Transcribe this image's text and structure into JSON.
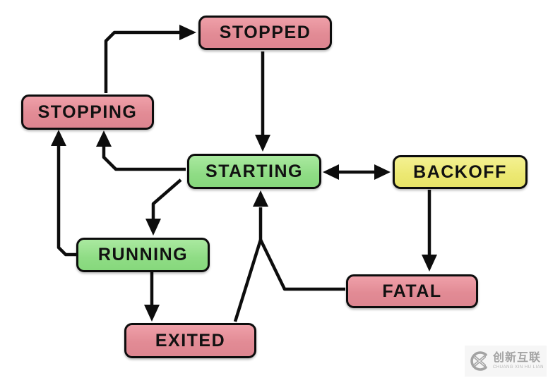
{
  "diagram": {
    "nodes": [
      {
        "id": "stopped",
        "label": "STOPPED",
        "color": "pink"
      },
      {
        "id": "stopping",
        "label": "STOPPING",
        "color": "pink"
      },
      {
        "id": "starting",
        "label": "STARTING",
        "color": "green"
      },
      {
        "id": "backoff",
        "label": "BACKOFF",
        "color": "yellow"
      },
      {
        "id": "running",
        "label": "RUNNING",
        "color": "green"
      },
      {
        "id": "fatal",
        "label": "FATAL",
        "color": "pink"
      },
      {
        "id": "exited",
        "label": "EXITED",
        "color": "pink"
      }
    ],
    "edges": [
      {
        "from": "STOPPING",
        "to": "STOPPED",
        "bidirectional": false
      },
      {
        "from": "STOPPED",
        "to": "STARTING",
        "bidirectional": false
      },
      {
        "from": "STARTING",
        "to": "STOPPING",
        "bidirectional": false
      },
      {
        "from": "STARTING",
        "to": "BACKOFF",
        "bidirectional": true
      },
      {
        "from": "STARTING",
        "to": "RUNNING",
        "bidirectional": false
      },
      {
        "from": "RUNNING",
        "to": "STOPPING",
        "bidirectional": false
      },
      {
        "from": "RUNNING",
        "to": "EXITED",
        "bidirectional": false
      },
      {
        "from": "EXITED",
        "to": "STARTING",
        "bidirectional": false
      },
      {
        "from": "FATAL",
        "to": "STARTING",
        "bidirectional": false
      },
      {
        "from": "BACKOFF",
        "to": "FATAL",
        "bidirectional": false
      }
    ],
    "colors": {
      "pink": "#e28b95",
      "green": "#8fdc85",
      "yellow": "#ece872",
      "border": "#0d0d0d",
      "arrow": "#0d0d0d",
      "background": "#ffffff"
    }
  },
  "watermark": {
    "logo": "cx-circle-logo",
    "name": "创新互联",
    "subtitle": "CHUANG XIN HU LIAN"
  }
}
